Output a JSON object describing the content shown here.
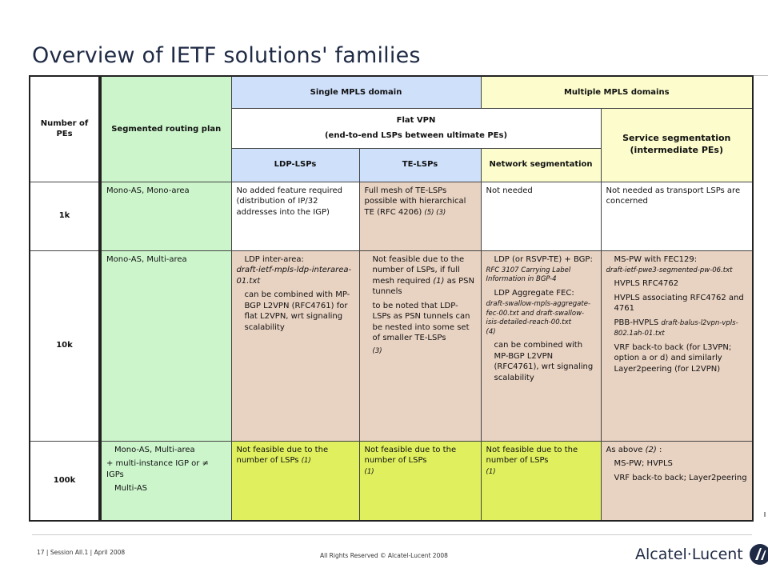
{
  "title": "Overview of IETF solutions' families",
  "header": {
    "number_of_pes": "Number of PEs",
    "segmented_routing_plan": "Segmented routing plan",
    "single_mpls_domain": "Single MPLS domain",
    "multiple_mpls_domains": "Multiple MPLS domains",
    "flat_vpn_line1": "Flat VPN",
    "flat_vpn_line2": "(end-to-end LSPs between ultimate PEs)",
    "service_segmentation": "Service segmentation (intermediate PEs)",
    "ldp_lsps": "LDP-LSPs",
    "te_lsps": "TE-LSPs",
    "network_segmentation": "Network segmentation"
  },
  "rows": {
    "r1k": {
      "label": "1k",
      "routing": "Mono-AS, Mono-area",
      "ldp": "No added feature required (distribution of IP/32 addresses into the IGP)",
      "te_main": "Full mesh of TE-LSPs possible with hierarchical TE (RFC 4206)",
      "te_refs": "(5) (3)",
      "netseg": "Not needed",
      "service": "Not needed as transport LSPs are concerned"
    },
    "r10k": {
      "label": "10k",
      "routing": "Mono-AS, Multi-area",
      "ldp_p1": "LDP inter-area:",
      "ldp_p1_draft": "draft-ietf-mpls-ldp-interarea-01.txt",
      "ldp_p2": "can be combined with MP-BGP L2VPN (RFC4761) for flat L2VPN, wrt signaling scalability",
      "te_p1a": "Not feasible due to the number of LSPs, if full mesh required",
      "te_p1_ref": "(1)",
      "te_p1b": "as PSN tunnels",
      "te_p2": "to be noted that LDP-LSPs as PSN tunnels can be nested into some set of smaller TE-LSPs",
      "te_p3": "(3)",
      "net_p1": "LDP (or RSVP-TE) + BGP:",
      "net_p1_sub": "RFC 3107 Carrying Label Information in BGP-4",
      "net_p2": "LDP Aggregate FEC:",
      "net_p2_sub": "draft-swallow-mpls-aggregate-fec-00.txt and draft-swallow-isis-detailed-reach-00.txt",
      "net_p2_ref": "(4)",
      "net_p3": "can be combined with MP-BGP L2VPN (RFC4761), wrt signaling scalability",
      "svc_p1": "MS-PW with FEC129:",
      "svc_p1_sub": "draft-ietf-pwe3-segmented-pw-06.txt",
      "svc_p2": "HVPLS RFC4762",
      "svc_p3": "HVPLS associating RFC4762 and 4761",
      "svc_p4": "PBB-HVPLS",
      "svc_p4_sub": "draft-balus-l2vpn-vpls-802.1ah-01.txt",
      "svc_p5": "VRF back-to back (for L3VPN; option a or d) and similarly Layer2peering (for L2VPN)"
    },
    "r100k": {
      "label": "100k",
      "routing_p1": "Mono-AS, Multi-area",
      "routing_p2": "+ multi-instance IGP or ≠ IGPs",
      "routing_p3": "Multi-AS",
      "ldp_a": "Not feasible due to the number of LSPs",
      "ldp_ref": "(1)",
      "te_a": "Not feasible due to the number of LSPs",
      "te_ref": "(1)",
      "net_a": "Not feasible due to the number of LSPs",
      "net_ref": "(1)",
      "svc_p1": "As above",
      "svc_p1_ref": "(2)",
      "svc_p1_colon": " :",
      "svc_p2": "MS-PW; HVPLS",
      "svc_p3": "VRF back-to back; Layer2peering"
    }
  },
  "footer": {
    "left": "17 | Session All.1 | April 2008",
    "center": "All Rights Reserved © Alcatel-Lucent 2008",
    "brand": "Alcatel·Lucent"
  },
  "colors": {
    "green": "#ccf5cc",
    "blue": "#cfe0fb",
    "yellow": "#fcfccc",
    "tan": "#e8d2c2",
    "lime": "#dfef5e",
    "navy": "#1f2a44"
  }
}
